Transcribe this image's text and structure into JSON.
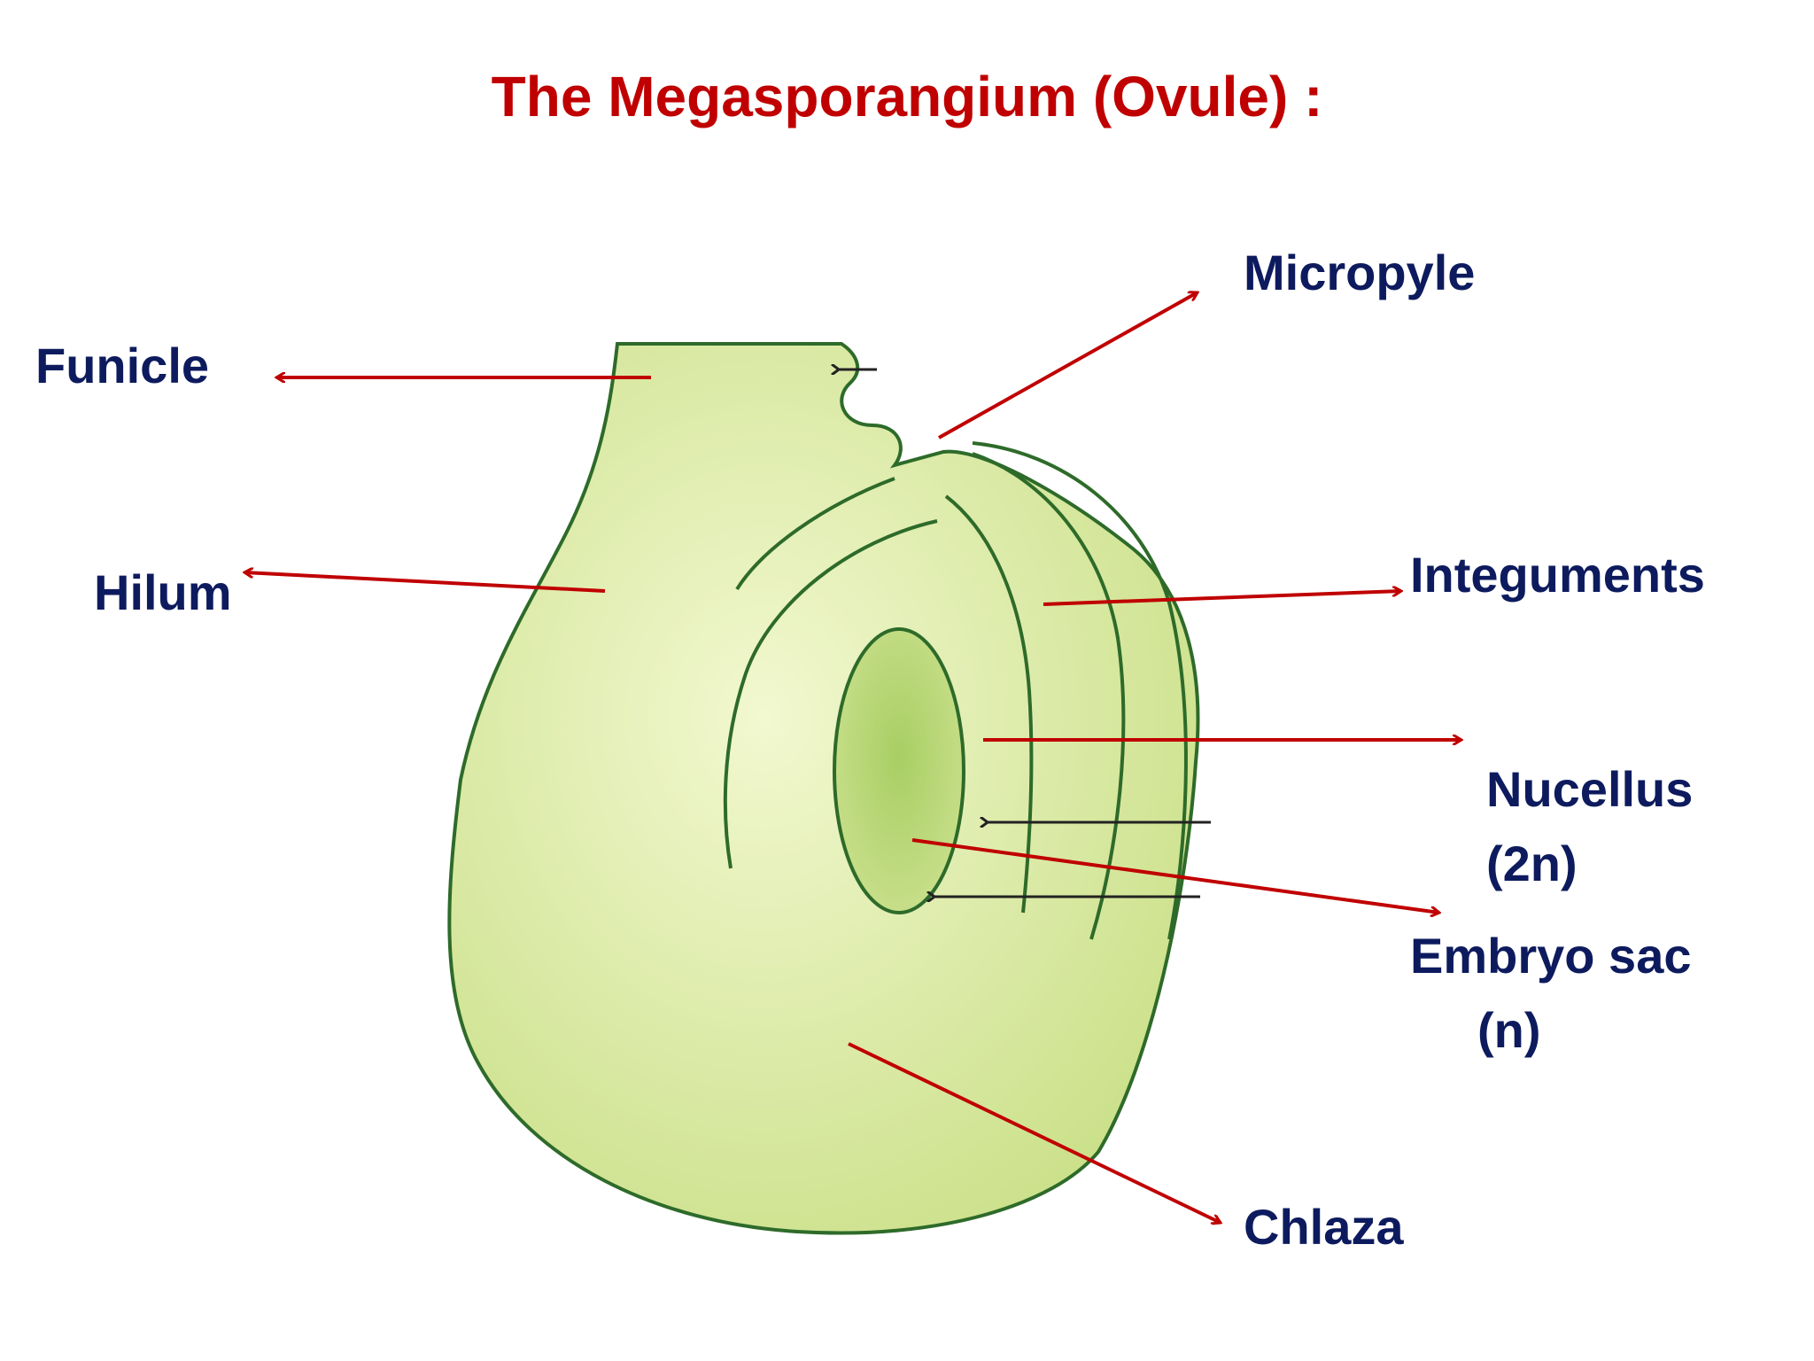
{
  "title": "The Megasporangium (Ovule) :",
  "colors": {
    "title": "#C00000",
    "label": "#0D1B5E",
    "arrow": "#C00000",
    "ovule_fill": "#D8E89A",
    "ovule_stroke": "#2E6B2A",
    "embryo_sac_fill": "#B8D67A"
  },
  "labels": {
    "funicle": "Funicle",
    "hilum": "Hilum",
    "micropyle": "Micropyle",
    "integuments": "Integuments",
    "nucellus_line1": "Nucellus",
    "nucellus_line2": "(2n)",
    "embryo_sac_line1": "Embryo sac",
    "embryo_sac_line2": "(n)",
    "chlaza": "Chlaza"
  }
}
